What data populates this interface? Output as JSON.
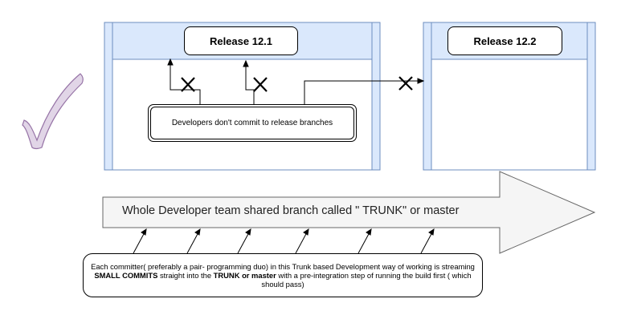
{
  "releases": [
    {
      "label": "Release 12.1"
    },
    {
      "label": "Release 12.2"
    }
  ],
  "dev_note": "Developers don't commit to release branches",
  "trunk": {
    "label": "Whole Developer team shared branch called \" TRUNK\" or master"
  },
  "commit_note": {
    "part1": "Each committer( preferably  a pair- programming duo) in this Trunk based Development way of working is streaming ",
    "bold1": "SMALL COMMITS",
    "part2": " straight into the ",
    "bold2": "TRUNK or master",
    "part3": "  with a pre-integration step of running the build first ( which should pass)"
  },
  "colors": {
    "band_fill": "#dae8fc",
    "band_stroke": "#6c8ebf",
    "check_fill": "#e1d5e7",
    "check_stroke": "#9673a6",
    "line": "#000000"
  },
  "icons": [
    "checkmark-icon",
    "blocked-x-icon"
  ]
}
